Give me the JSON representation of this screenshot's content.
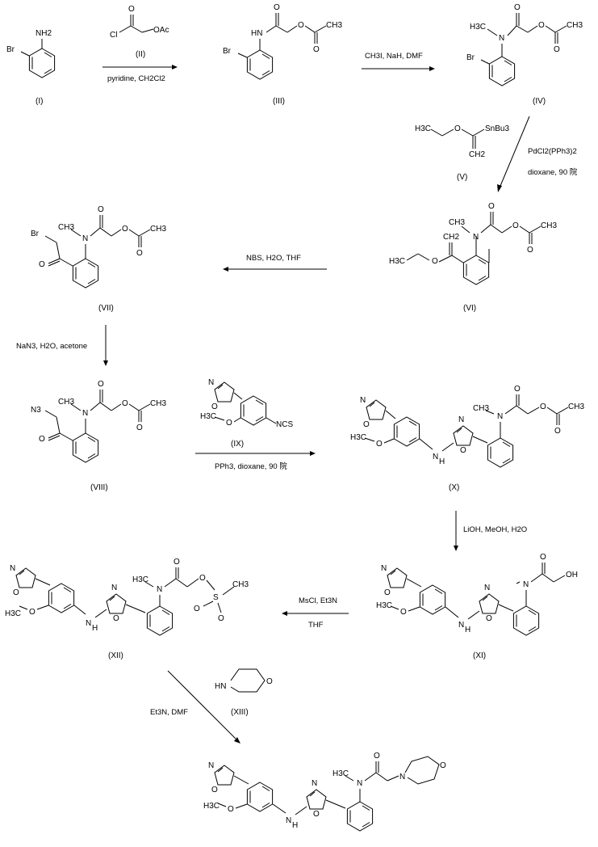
{
  "compounds": {
    "I": {
      "label": "(I)",
      "atoms": {
        "br": "Br",
        "nh2": "NH2"
      }
    },
    "II": {
      "label": "(II)",
      "atoms": {
        "cl": "Cl",
        "o": "O",
        "oac": "OAc"
      }
    },
    "III": {
      "label": "(III)",
      "atoms": {
        "br": "Br",
        "hn": "HN",
        "o": "O",
        "ch3": "CH3"
      }
    },
    "IV": {
      "label": "(IV)",
      "atoms": {
        "br": "Br",
        "n": "N",
        "h3c": "H3C",
        "o": "O",
        "ch3": "CH3"
      }
    },
    "V": {
      "label": "(V)",
      "atoms": {
        "h3c": "H3C",
        "o": "O",
        "snbu3": "SnBu3",
        "ch2": "CH2"
      }
    },
    "VI": {
      "label": "(VI)",
      "atoms": {
        "h3c": "H3C",
        "o": "O",
        "ch2": "CH2",
        "n": "N",
        "ch3": "CH3"
      }
    },
    "VII": {
      "label": "(VII)",
      "atoms": {
        "br": "Br",
        "o": "O",
        "n": "N",
        "ch3": "CH3"
      }
    },
    "VIII": {
      "label": "(VIII)",
      "atoms": {
        "n3": "N3",
        "o": "O",
        "n": "N",
        "ch3": "CH3"
      }
    },
    "IX": {
      "label": "(IX)",
      "atoms": {
        "n": "N",
        "o": "O",
        "ncs": "NCS",
        "h3c": "H3C"
      }
    },
    "X": {
      "label": "(X)",
      "atoms": {
        "n": "N",
        "o": "O",
        "h3c": "H3C",
        "hn": "N",
        "h": "H",
        "ch3": "CH3"
      }
    },
    "XI": {
      "label": "(XI)",
      "atoms": {
        "n": "N",
        "o": "O",
        "h3c": "H3C",
        "h": "H",
        "oh": "OH"
      }
    },
    "XII": {
      "label": "(XII)",
      "atoms": {
        "n": "N",
        "o": "O",
        "h3c": "H3C",
        "h": "H",
        "s": "S",
        "ch3": "CH3"
      }
    },
    "XIII": {
      "label": "(XIII)",
      "atoms": {
        "hn": "HN",
        "o": "O"
      }
    },
    "product": {
      "atoms": {
        "n": "N",
        "o": "O",
        "h3c": "H3C",
        "h": "H"
      }
    }
  },
  "conditions": {
    "step1": "pyridine, CH2Cl2",
    "step2": "CH3I, NaH, DMF",
    "step3a": "PdCl2(PPh3)2",
    "step3b": "dioxane, 90 院",
    "step4": "NBS, H2O, THF",
    "step5": "NaN3, H2O, acetone",
    "step6": "PPh3, dioxane, 90 院",
    "step7": "LiOH, MeOH, H2O",
    "step8a": "MsCl, Et3N",
    "step8b": "THF",
    "step9": "Et3N, DMF"
  }
}
